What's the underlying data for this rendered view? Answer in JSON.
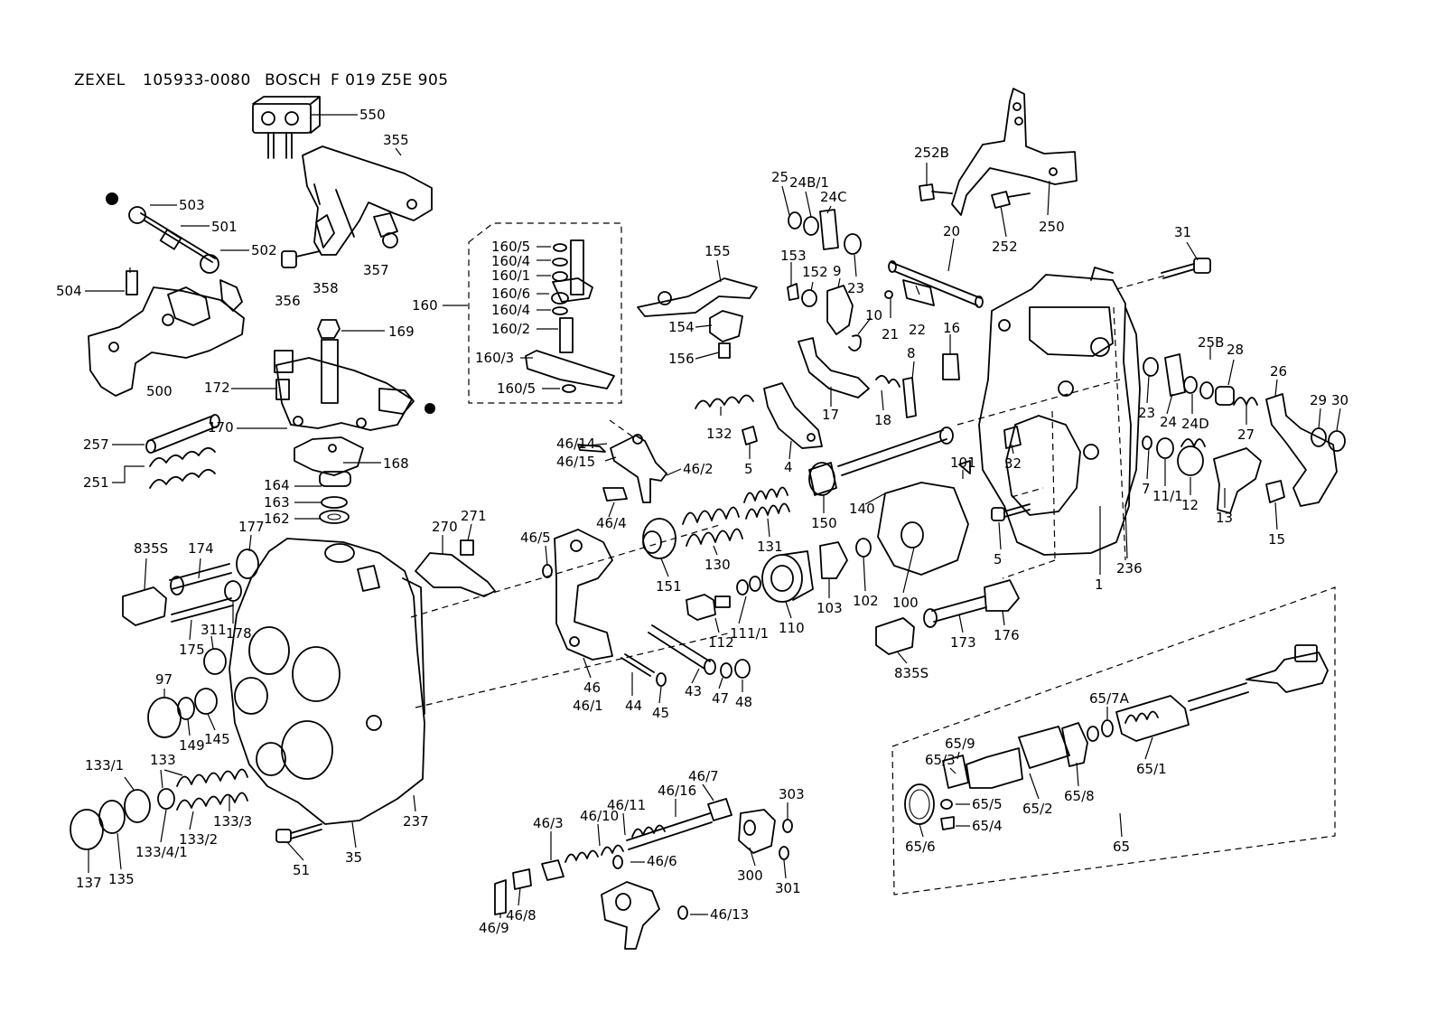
{
  "header": {
    "brand1": "ZEXEL",
    "part_number": "105933-0080",
    "brand2": "BOSCH",
    "bosch_number": "F 019 Z5E 905"
  },
  "labels": [
    {
      "text": "550"
    },
    {
      "text": "355"
    },
    {
      "text": "503"
    },
    {
      "text": "501"
    },
    {
      "text": "502"
    },
    {
      "text": "504"
    },
    {
      "text": "500"
    },
    {
      "text": "356"
    },
    {
      "text": "358"
    },
    {
      "text": "357"
    },
    {
      "text": "169"
    },
    {
      "text": "172"
    },
    {
      "text": "170"
    },
    {
      "text": "168"
    },
    {
      "text": "164"
    },
    {
      "text": "163"
    },
    {
      "text": "162"
    },
    {
      "text": "257"
    },
    {
      "text": "251"
    },
    {
      "text": "160"
    },
    {
      "text": "160/5"
    },
    {
      "text": "160/4"
    },
    {
      "text": "160/1"
    },
    {
      "text": "160/6"
    },
    {
      "text": "160/4"
    },
    {
      "text": "160/2"
    },
    {
      "text": "160/3"
    },
    {
      "text": "160/5"
    },
    {
      "text": "155"
    },
    {
      "text": "154"
    },
    {
      "text": "156"
    },
    {
      "text": "25"
    },
    {
      "text": "24B/1"
    },
    {
      "text": "24C"
    },
    {
      "text": "153"
    },
    {
      "text": "152"
    },
    {
      "text": "9"
    },
    {
      "text": "23"
    },
    {
      "text": "10"
    },
    {
      "text": "21"
    },
    {
      "text": "22"
    },
    {
      "text": "20"
    },
    {
      "text": "16"
    },
    {
      "text": "8"
    },
    {
      "text": "17"
    },
    {
      "text": "18"
    },
    {
      "text": "132"
    },
    {
      "text": "5"
    },
    {
      "text": "4"
    },
    {
      "text": "252B"
    },
    {
      "text": "252"
    },
    {
      "text": "250"
    },
    {
      "text": "31"
    },
    {
      "text": "25B"
    },
    {
      "text": "28"
    },
    {
      "text": "26"
    },
    {
      "text": "23"
    },
    {
      "text": "24"
    },
    {
      "text": "24D"
    },
    {
      "text": "27"
    },
    {
      "text": "29"
    },
    {
      "text": "30"
    },
    {
      "text": "32"
    },
    {
      "text": "7"
    },
    {
      "text": "11/1"
    },
    {
      "text": "12"
    },
    {
      "text": "13"
    },
    {
      "text": "15"
    },
    {
      "text": "101"
    },
    {
      "text": "140"
    },
    {
      "text": "150"
    },
    {
      "text": "1"
    },
    {
      "text": "236"
    },
    {
      "text": "5"
    },
    {
      "text": "46/14"
    },
    {
      "text": "46/15"
    },
    {
      "text": "46/2"
    },
    {
      "text": "46/4"
    },
    {
      "text": "130"
    },
    {
      "text": "131"
    },
    {
      "text": "151"
    },
    {
      "text": "100"
    },
    {
      "text": "102"
    },
    {
      "text": "103"
    },
    {
      "text": "110"
    },
    {
      "text": "111/1"
    },
    {
      "text": "112"
    },
    {
      "text": "270"
    },
    {
      "text": "271"
    },
    {
      "text": "46/5"
    },
    {
      "text": "835S"
    },
    {
      "text": "174"
    },
    {
      "text": "177"
    },
    {
      "text": "178"
    },
    {
      "text": "175"
    },
    {
      "text": "311"
    },
    {
      "text": "97"
    },
    {
      "text": "149"
    },
    {
      "text": "145"
    },
    {
      "text": "46"
    },
    {
      "text": "46/1"
    },
    {
      "text": "44"
    },
    {
      "text": "45"
    },
    {
      "text": "43"
    },
    {
      "text": "47"
    },
    {
      "text": "48"
    },
    {
      "text": "173"
    },
    {
      "text": "176"
    },
    {
      "text": "835S"
    },
    {
      "text": "133/1"
    },
    {
      "text": "133"
    },
    {
      "text": "133/3"
    },
    {
      "text": "133/2"
    },
    {
      "text": "133/4/1"
    },
    {
      "text": "137"
    },
    {
      "text": "135"
    },
    {
      "text": "51"
    },
    {
      "text": "35"
    },
    {
      "text": "237"
    },
    {
      "text": "46/7"
    },
    {
      "text": "46/16"
    },
    {
      "text": "46/11"
    },
    {
      "text": "46/10"
    },
    {
      "text": "46/3"
    },
    {
      "text": "46/6"
    },
    {
      "text": "46/9"
    },
    {
      "text": "46/8"
    },
    {
      "text": "46/13"
    },
    {
      "text": "303"
    },
    {
      "text": "300"
    },
    {
      "text": "301"
    },
    {
      "text": "65/7A"
    },
    {
      "text": "65/9"
    },
    {
      "text": "65/3"
    },
    {
      "text": "65/5"
    },
    {
      "text": "65/4"
    },
    {
      "text": "65/6"
    },
    {
      "text": "65/2"
    },
    {
      "text": "65/8"
    },
    {
      "text": "65/1"
    },
    {
      "text": "65"
    }
  ]
}
